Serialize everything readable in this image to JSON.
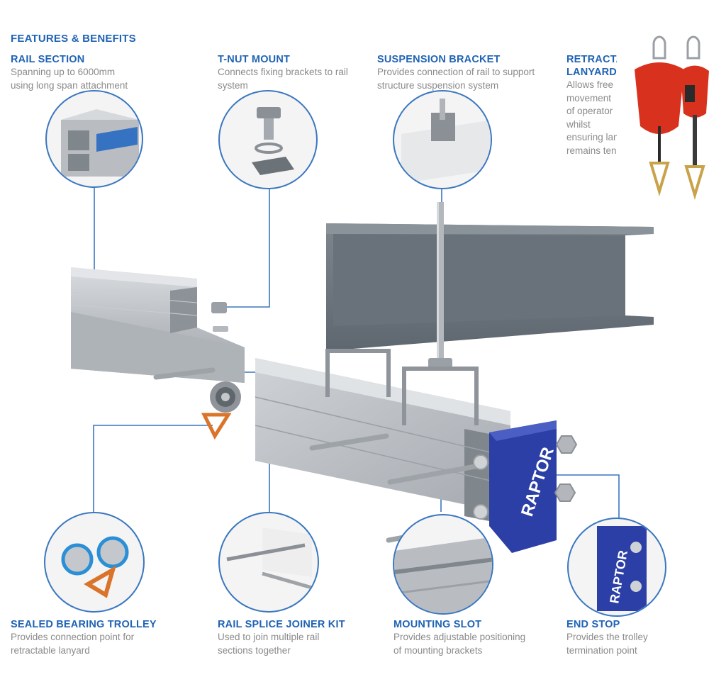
{
  "header": "FEATURES & BENEFITS",
  "features": {
    "rail_section": {
      "title": "RAIL SECTION",
      "desc": [
        "Spanning up to 6000mm",
        "using long span attachment"
      ]
    },
    "t_nut": {
      "title": "T-NUT MOUNT",
      "desc": [
        "Connects fixing brackets to rail",
        "system"
      ]
    },
    "suspension": {
      "title": "SUSPENSION BRACKET",
      "desc": [
        "Provides connection of rail to support",
        "structure suspension system"
      ]
    },
    "lanyard": {
      "title": [
        "RETRACTABLE",
        "LANYARD"
      ],
      "desc": [
        "Allows free",
        "movement",
        "of operator",
        "whilst",
        "ensuring lanyard",
        "remains tensioned"
      ]
    },
    "trolley": {
      "title": "SEALED BEARING TROLLEY",
      "desc": [
        "Provides connection point for",
        "retractable lanyard"
      ]
    },
    "splice": {
      "title": "RAIL SPLICE JOINER KIT",
      "desc": [
        "Used to join multiple rail",
        "sections together"
      ]
    },
    "slot": {
      "title": "MOUNTING SLOT",
      "desc": [
        "Provides adjustable positioning",
        "of mounting brackets"
      ]
    },
    "end_stop": {
      "title": "END STOP",
      "desc": [
        "Provides the trolley",
        "termination point"
      ]
    }
  },
  "logo_text": "RAPTOR",
  "colors": {
    "accent_blue": "#1f63b4",
    "text_grey": "#8a8a8a",
    "end_stop_blue": "#2b3fa6",
    "lanyard_red": "#d8321e"
  }
}
